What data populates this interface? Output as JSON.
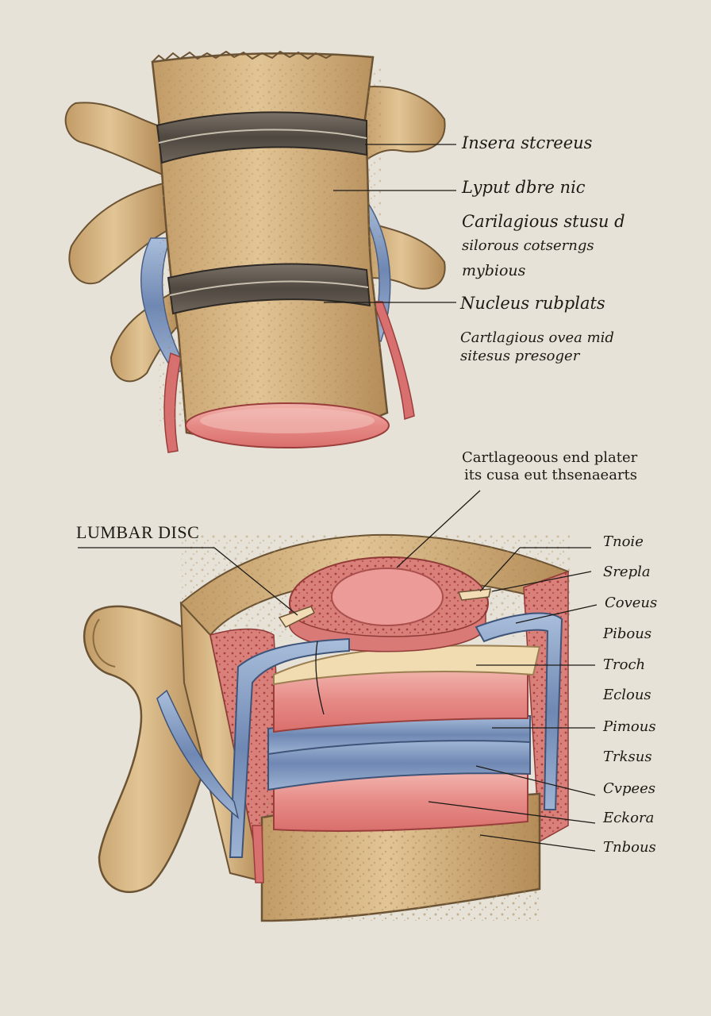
{
  "colors": {
    "background": "#e6e2d7",
    "bone": "#d8b98a",
    "bone_dark": "#a98553",
    "disc_ring": "#5a534a",
    "nerve": "#8ea6c9",
    "vessel": "#d86b6b",
    "nucleus": "#e88e8e",
    "line": "#1d1a16"
  },
  "top_labels": {
    "l1": "Insera stcreeus",
    "l2": "Lyput dbre nic",
    "l3a": "Carilagious stusu d",
    "l3b": "silorous cotserngs",
    "l3c": "mybious",
    "l4": "Nucleus rubplats",
    "l5a": "Cartlagious ovea mid",
    "l5b": "sitesus presoger"
  },
  "bottom_header": {
    "line1": "Cartlageoous end plater",
    "line2": "its cusa eut thsenaearts"
  },
  "bottom_title": "LUMBAR DISC",
  "bottom_labels": [
    "Tnoie",
    "Srepla",
    "Coveus",
    "Pibous",
    "Troch",
    "Eclous",
    "Pimous",
    "Trksus",
    "Cvpees",
    "Eckora",
    "Tnbous"
  ]
}
